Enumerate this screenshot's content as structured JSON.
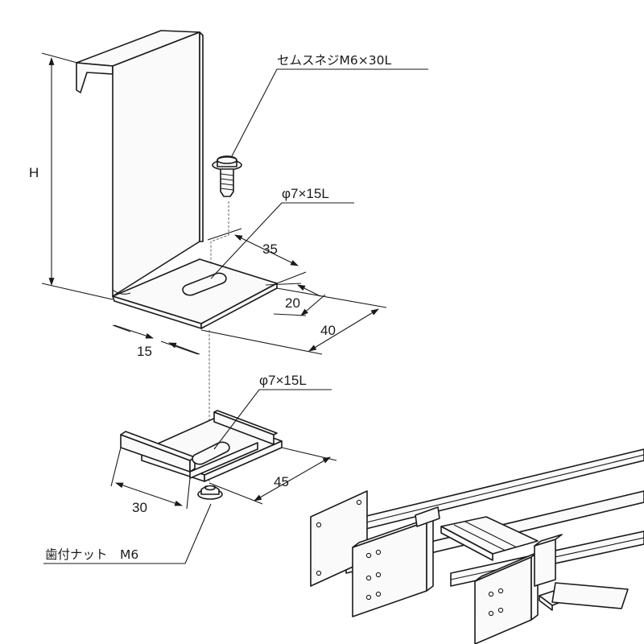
{
  "labels": {
    "screw": "セムスネジM6×30L",
    "hole_top": "φ7×15L",
    "hole_bottom": "φ7×15L",
    "nut": "歯付ナット　M6",
    "height": "H",
    "dim_35": "35",
    "dim_20": "20",
    "dim_40": "40",
    "dim_15": "15",
    "dim_45": "45",
    "dim_30": "30"
  }
}
